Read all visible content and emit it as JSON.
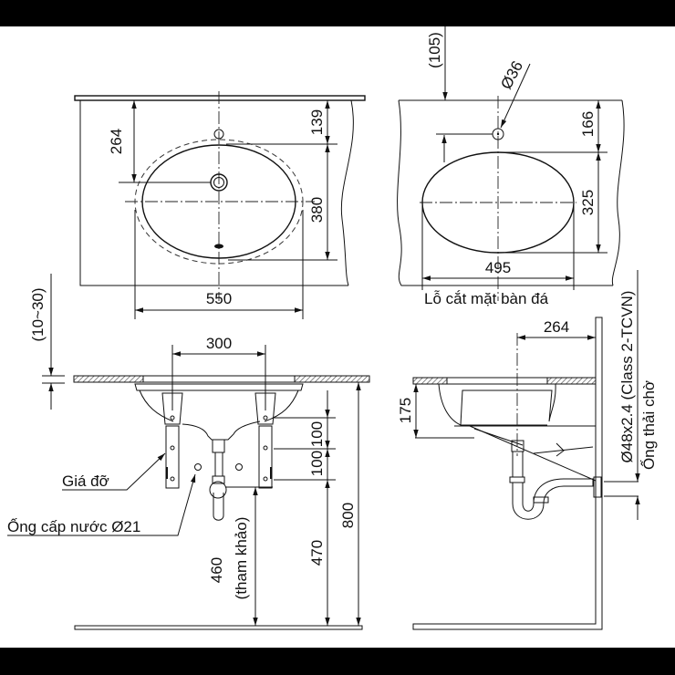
{
  "drawing": {
    "title": "Under-counter oval lavatory installation drawing",
    "top_view": {
      "width_label": "550",
      "drain_offset_label": "264",
      "faucet_offset_label": "139",
      "depth_label": "380"
    },
    "cutout_view": {
      "counter_overhang_label": "(105)",
      "hole_diameter_label": "Ø36",
      "hole_offset_label": "166",
      "cutout_depth_label": "325",
      "cutout_width_label": "495",
      "caption": "Lỗ cắt mặt bàn đá"
    },
    "front_view": {
      "counter_thickness_label": "(10~30)",
      "bracket_spacing_label": "300",
      "bracket_step1_label": "100",
      "bracket_step2_label": "100",
      "supply_height_label": "460",
      "supply_height_note": "(tham khảo)",
      "bracket_height_label": "470",
      "counter_height_label": "800",
      "bracket_callout": "Giá đỡ",
      "supply_pipe_callout": "Ống cấp nước Ø21"
    },
    "side_view": {
      "wall_offset_label": "264",
      "bowl_depth_label": "175",
      "waste_pipe_spec": "Ø48x2.4 (Class 2-TCVN)",
      "waste_pipe_label": "Ống thải chờ"
    }
  }
}
